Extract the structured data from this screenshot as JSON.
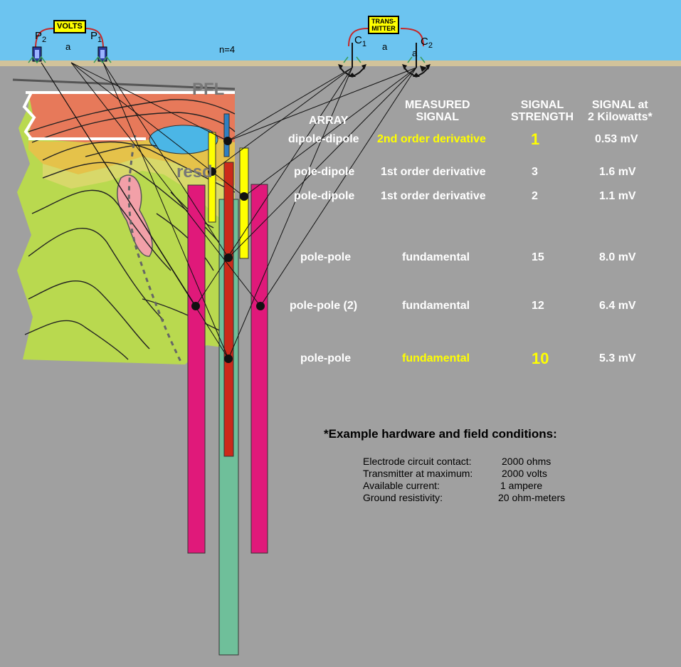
{
  "hardware": {
    "volts_box": "VOLTS",
    "transmitter_box": "TRANS-\nMITTER",
    "p2": "P",
    "p2_sub": "2",
    "p1": "P",
    "p1_sub": "1",
    "c1": "C",
    "c1_sub": "1",
    "c2": "C",
    "c2_sub": "2",
    "spacing_left": "a",
    "spacing_right": "a",
    "spacing_c2": "a",
    "n_label": "n=4"
  },
  "section_labels": {
    "pfl": "PFL",
    "resd": "resd"
  },
  "table": {
    "headers": {
      "array": "ARRAY",
      "measured_signal": "MEASURED\nSIGNAL",
      "signal_strength": "SIGNAL\nSTRENGTH",
      "signal_at_2kw": "SIGNAL at\n2 Kilowatts*"
    },
    "rows": [
      {
        "array": "dipole-dipole",
        "signal": "2nd order derivative",
        "strength": "1",
        "mv": "0.53 mV",
        "highlight": true
      },
      {
        "array": "pole-dipole",
        "signal": "1st order derivative",
        "strength": "3",
        "mv": "1.6 mV",
        "highlight": false
      },
      {
        "array": "pole-dipole",
        "signal": "1st order derivative",
        "strength": "2",
        "mv": "1.1 mV",
        "highlight": false
      },
      {
        "array": "pole-pole",
        "signal": "fundamental",
        "strength": "15",
        "mv": "8.0 mV",
        "highlight": false
      },
      {
        "array": "pole-pole (2)",
        "signal": "fundamental",
        "strength": "12",
        "mv": "6.4 mV",
        "highlight": false
      },
      {
        "array": "pole-pole",
        "signal": "fundamental",
        "strength": "10",
        "mv": "5.3 mV",
        "highlight": true
      }
    ]
  },
  "conditions": {
    "title": "*Example hardware and field conditions:",
    "items": [
      {
        "label": "Electrode circuit contact:",
        "value": "2000 ohms"
      },
      {
        "label": "Transmitter at maximum:",
        "value": "2000 volts"
      },
      {
        "label": "Available current:",
        "value": "1 ampere"
      },
      {
        "label": "Ground resistivity:",
        "value": "20 ohm-meters"
      }
    ]
  },
  "colors": {
    "sky": "#6cc4f0",
    "ground": "#a0a0a0",
    "surface": "#d2c39a",
    "highlight_text": "#ffff00",
    "bar_magenta": "#e0197a",
    "bar_red": "#cc2a1a",
    "bar_teal": "#6fbf9a",
    "bar_yellow": "#ffff00",
    "bar_blue": "#2f7fc1"
  }
}
